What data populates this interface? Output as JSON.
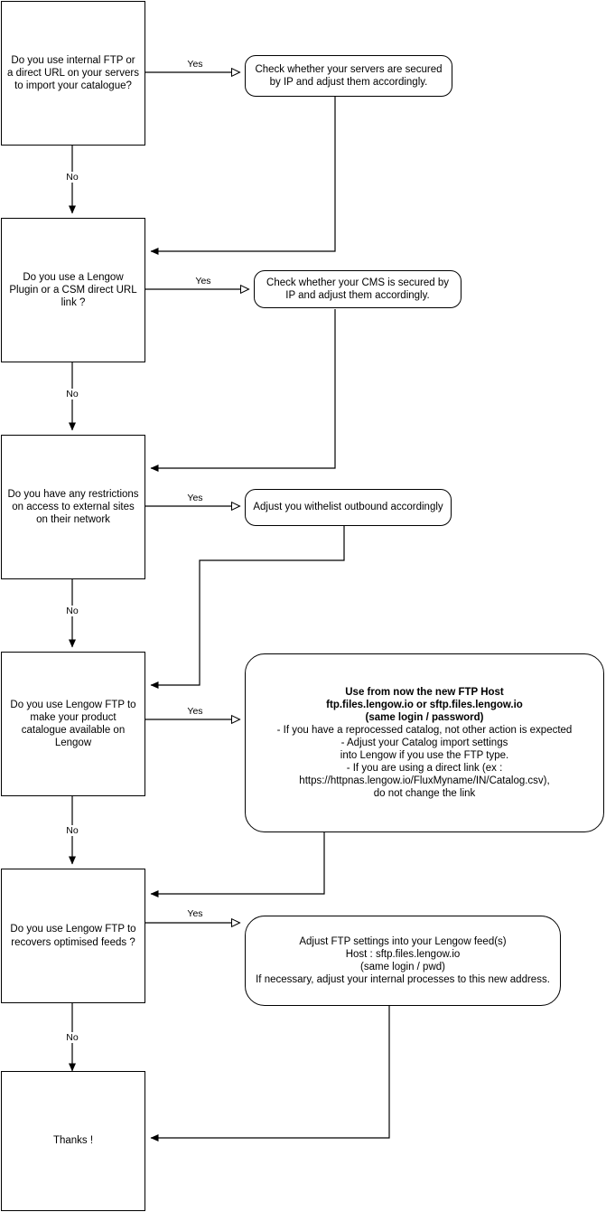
{
  "diagram": {
    "title": "Lengow FTP migration decision flowchart",
    "stroke_color": "#000000",
    "background_color": "#ffffff",
    "nodes": {
      "q1": {
        "id": "q1",
        "shape": "process-box",
        "text": "Do you use internal FTP or a direct URL on your servers to import your catalogue?"
      },
      "a1": {
        "id": "a1",
        "shape": "rounded-box",
        "text": "Check whether your servers are secured by IP and adjust them accordingly."
      },
      "q2": {
        "id": "q2",
        "shape": "process-box",
        "text": "Do you use a Lengow Plugin or a CSM direct URL link ?"
      },
      "a2": {
        "id": "a2",
        "shape": "rounded-box",
        "text": "Check whether your CMS is secured by IP and adjust them accordingly."
      },
      "q3": {
        "id": "q3",
        "shape": "process-box",
        "text": "Do you have any restrictions on access to external sites on their network"
      },
      "a3": {
        "id": "a3",
        "shape": "rounded-box",
        "text": "Adjust you withelist outbound accordingly"
      },
      "q4": {
        "id": "q4",
        "shape": "process-box",
        "text": "Do you use Lengow FTP to make your product catalogue available on Lengow"
      },
      "a4": {
        "id": "a4",
        "shape": "rounded-box",
        "bold_lines": [
          "Use from now the new FTP Host",
          "ftp.files.lengow.io or sftp.files.lengow.io",
          "(same login / password)"
        ],
        "lines": [
          "- If you have a reprocessed catalog, not other action is expected",
          "- Adjust your Catalog import settings",
          "into Lengow if you use the FTP type.",
          "- If you are using a direct link (ex :",
          "https://httpnas.lengow.io/FluxMyname/IN/Catalog.csv),",
          "do not change the link"
        ]
      },
      "q5": {
        "id": "q5",
        "shape": "process-box",
        "text": "Do you use Lengow FTP to recovers optimised feeds ?"
      },
      "a5": {
        "id": "a5",
        "shape": "rounded-box",
        "lines": [
          "Adjust FTP settings into your Lengow feed(s)",
          "Host : sftp.files.lengow.io",
          "(same login / pwd)",
          "If necessary, adjust your internal processes to this new address."
        ]
      },
      "end": {
        "id": "end",
        "shape": "process-box",
        "text": "Thanks !"
      }
    },
    "edge_labels": {
      "yes1": "Yes",
      "no1": "No",
      "yes2": "Yes",
      "no2": "No",
      "yes3": "Yes",
      "no3": "No",
      "yes4": "Yes",
      "no4": "No",
      "yes5": "Yes",
      "no5": "No"
    }
  }
}
